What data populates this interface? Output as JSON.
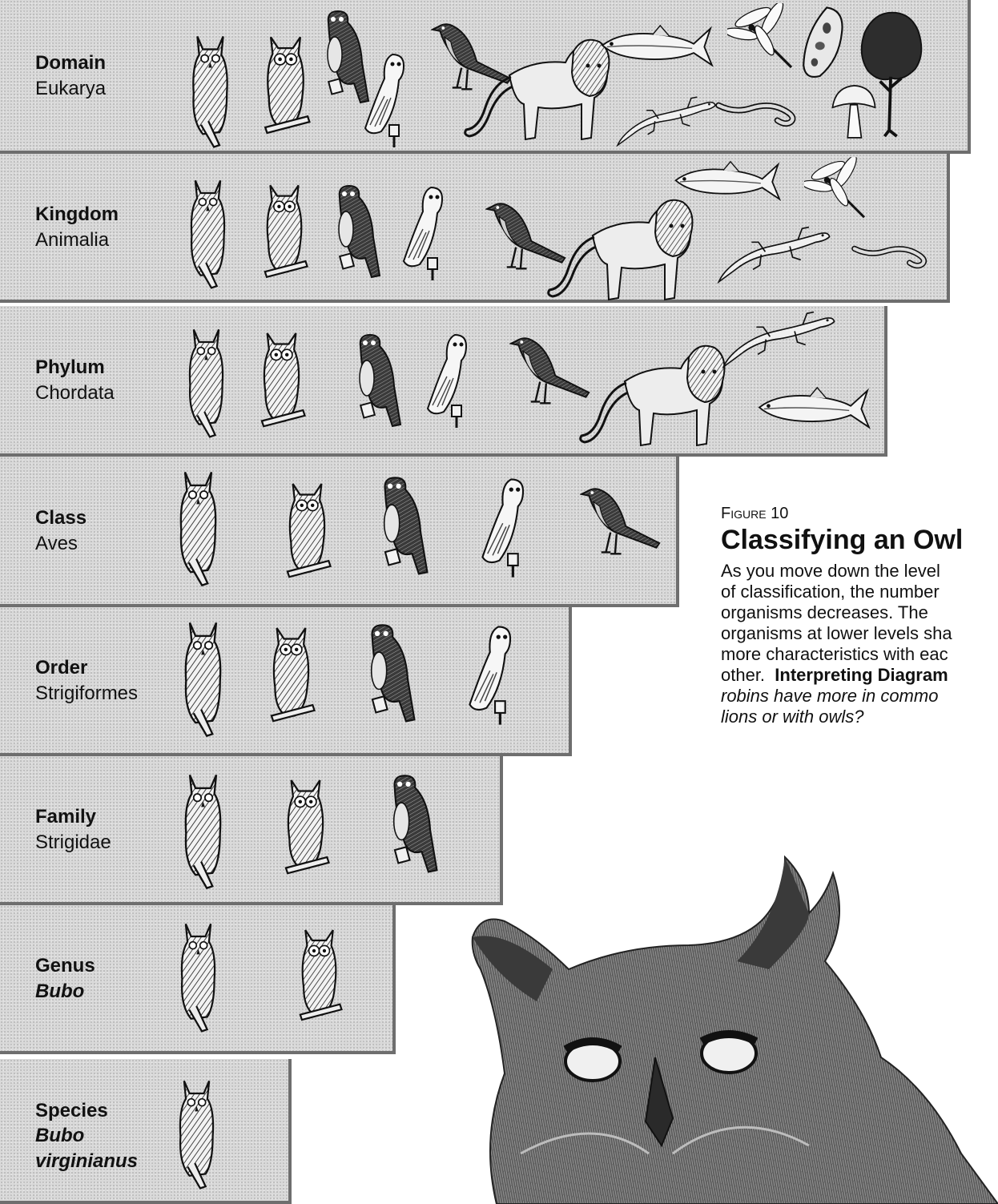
{
  "levels": [
    {
      "rank": "Domain",
      "name": "Eukarya",
      "italic": false,
      "organisms": [
        "great-horned-owl",
        "screech-owl",
        "hawk-owl",
        "snowy-owl",
        "robin",
        "lion",
        "fish",
        "dragonfly",
        "lizard",
        "worm",
        "paramecium",
        "mushroom",
        "tree"
      ]
    },
    {
      "rank": "Kingdom",
      "name": "Animalia",
      "italic": false,
      "organisms": [
        "great-horned-owl",
        "screech-owl",
        "hawk-owl",
        "snowy-owl",
        "robin",
        "lion",
        "fish",
        "dragonfly",
        "lizard",
        "worm"
      ]
    },
    {
      "rank": "Phylum",
      "name": "Chordata",
      "italic": false,
      "organisms": [
        "great-horned-owl",
        "screech-owl",
        "hawk-owl",
        "snowy-owl",
        "robin",
        "lion",
        "lizard",
        "fish"
      ]
    },
    {
      "rank": "Class",
      "name": "Aves",
      "italic": false,
      "organisms": [
        "great-horned-owl",
        "screech-owl",
        "hawk-owl",
        "snowy-owl",
        "robin"
      ]
    },
    {
      "rank": "Order",
      "name": "Strigiformes",
      "italic": false,
      "organisms": [
        "great-horned-owl",
        "screech-owl",
        "hawk-owl",
        "snowy-owl"
      ]
    },
    {
      "rank": "Family",
      "name": "Strigidae",
      "italic": false,
      "organisms": [
        "great-horned-owl",
        "screech-owl",
        "hawk-owl"
      ]
    },
    {
      "rank": "Genus",
      "name": "Bubo",
      "italic": true,
      "organisms": [
        "great-horned-owl",
        "screech-owl"
      ]
    },
    {
      "rank": "Species",
      "name_line1": "Bubo",
      "name_line2": "virginianus",
      "italic": true,
      "organisms": [
        "great-horned-owl"
      ]
    }
  ],
  "figure": {
    "label": "Figure 10",
    "title": "Classifying an Owl",
    "body_lines": [
      "As you move down the level",
      "of classification, the number",
      "organisms decreases. The",
      "organisms at lower levels sha",
      "more characteristics with eac"
    ],
    "body_line6_plain": "other.",
    "body_line6_lead": "Interpreting Diagram",
    "question_lines": [
      "robins have more in commo",
      "lions or with owls?"
    ]
  },
  "colors": {
    "panel": "#d9d9d9",
    "shadow": "#6e6e6e",
    "ink": "#111111"
  }
}
